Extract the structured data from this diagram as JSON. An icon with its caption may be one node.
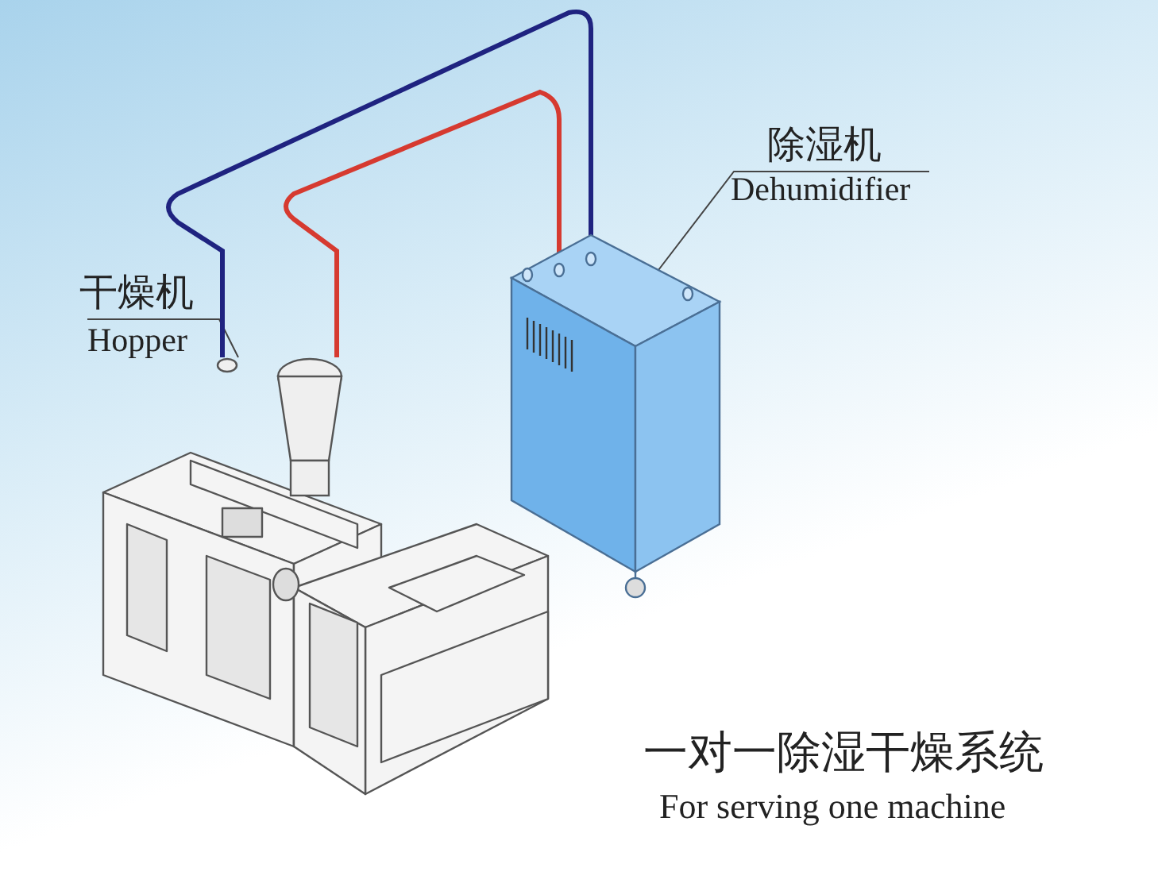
{
  "diagram": {
    "nodes": [
      {
        "text": [
          "干燥机",
          "Hopper"
        ]
      },
      {
        "text": [
          "除湿机",
          "Dehumidifier"
        ]
      },
      {
        "text": [],
        "shape": "picture"
      },
      {
        "text": [],
        "shape": "picture"
      }
    ],
    "edges": [
      {
        "from": 0,
        "to": 2,
        "arrow": "none"
      },
      {
        "from": 1,
        "to": 3,
        "arrow": "none"
      },
      {
        "from": 3,
        "to": 2,
        "arrow": "none",
        "style": "thick",
        "color": "#1f2380"
      },
      {
        "from": 3,
        "to": 2,
        "arrow": "none",
        "style": "thick",
        "color": "#d63a30"
      }
    ],
    "labels": [
      "一对一除湿干燥系统",
      "For serving one machine"
    ]
  }
}
